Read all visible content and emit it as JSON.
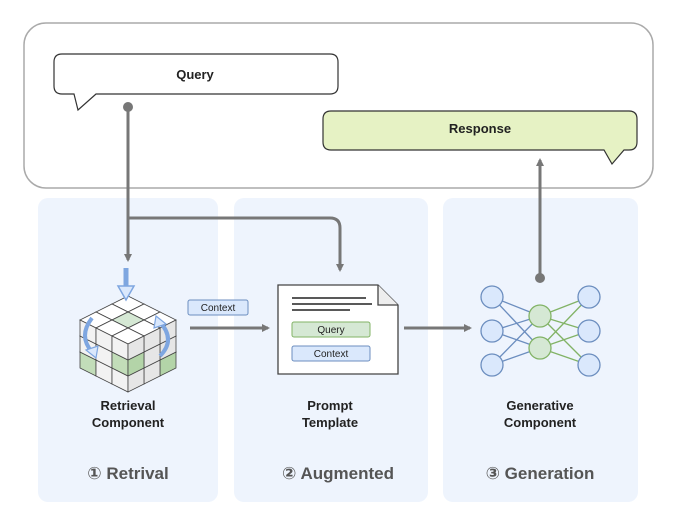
{
  "query": {
    "label": "Query"
  },
  "response": {
    "label": "Response"
  },
  "context_tag": {
    "label": "Context"
  },
  "template": {
    "query_label": "Query",
    "context_label": "Context",
    "title_line1": "Prompt",
    "title_line2": "Template"
  },
  "retrieval": {
    "title_line1": "Retrieval",
    "title_line2": "Component",
    "stage": "① Retrival"
  },
  "augmented": {
    "stage": "② Augmented"
  },
  "generation": {
    "title_line1": "Generative",
    "title_line2": "Component",
    "stage": "③ Generation"
  },
  "colors": {
    "panel": "#eef4fd",
    "green": "#d5e8d4",
    "green_stroke": "#82b366",
    "blue": "#dae8fc",
    "blue_stroke": "#6c8ebf",
    "arrow": "#777777",
    "response_fill": "#e6f2c4"
  }
}
